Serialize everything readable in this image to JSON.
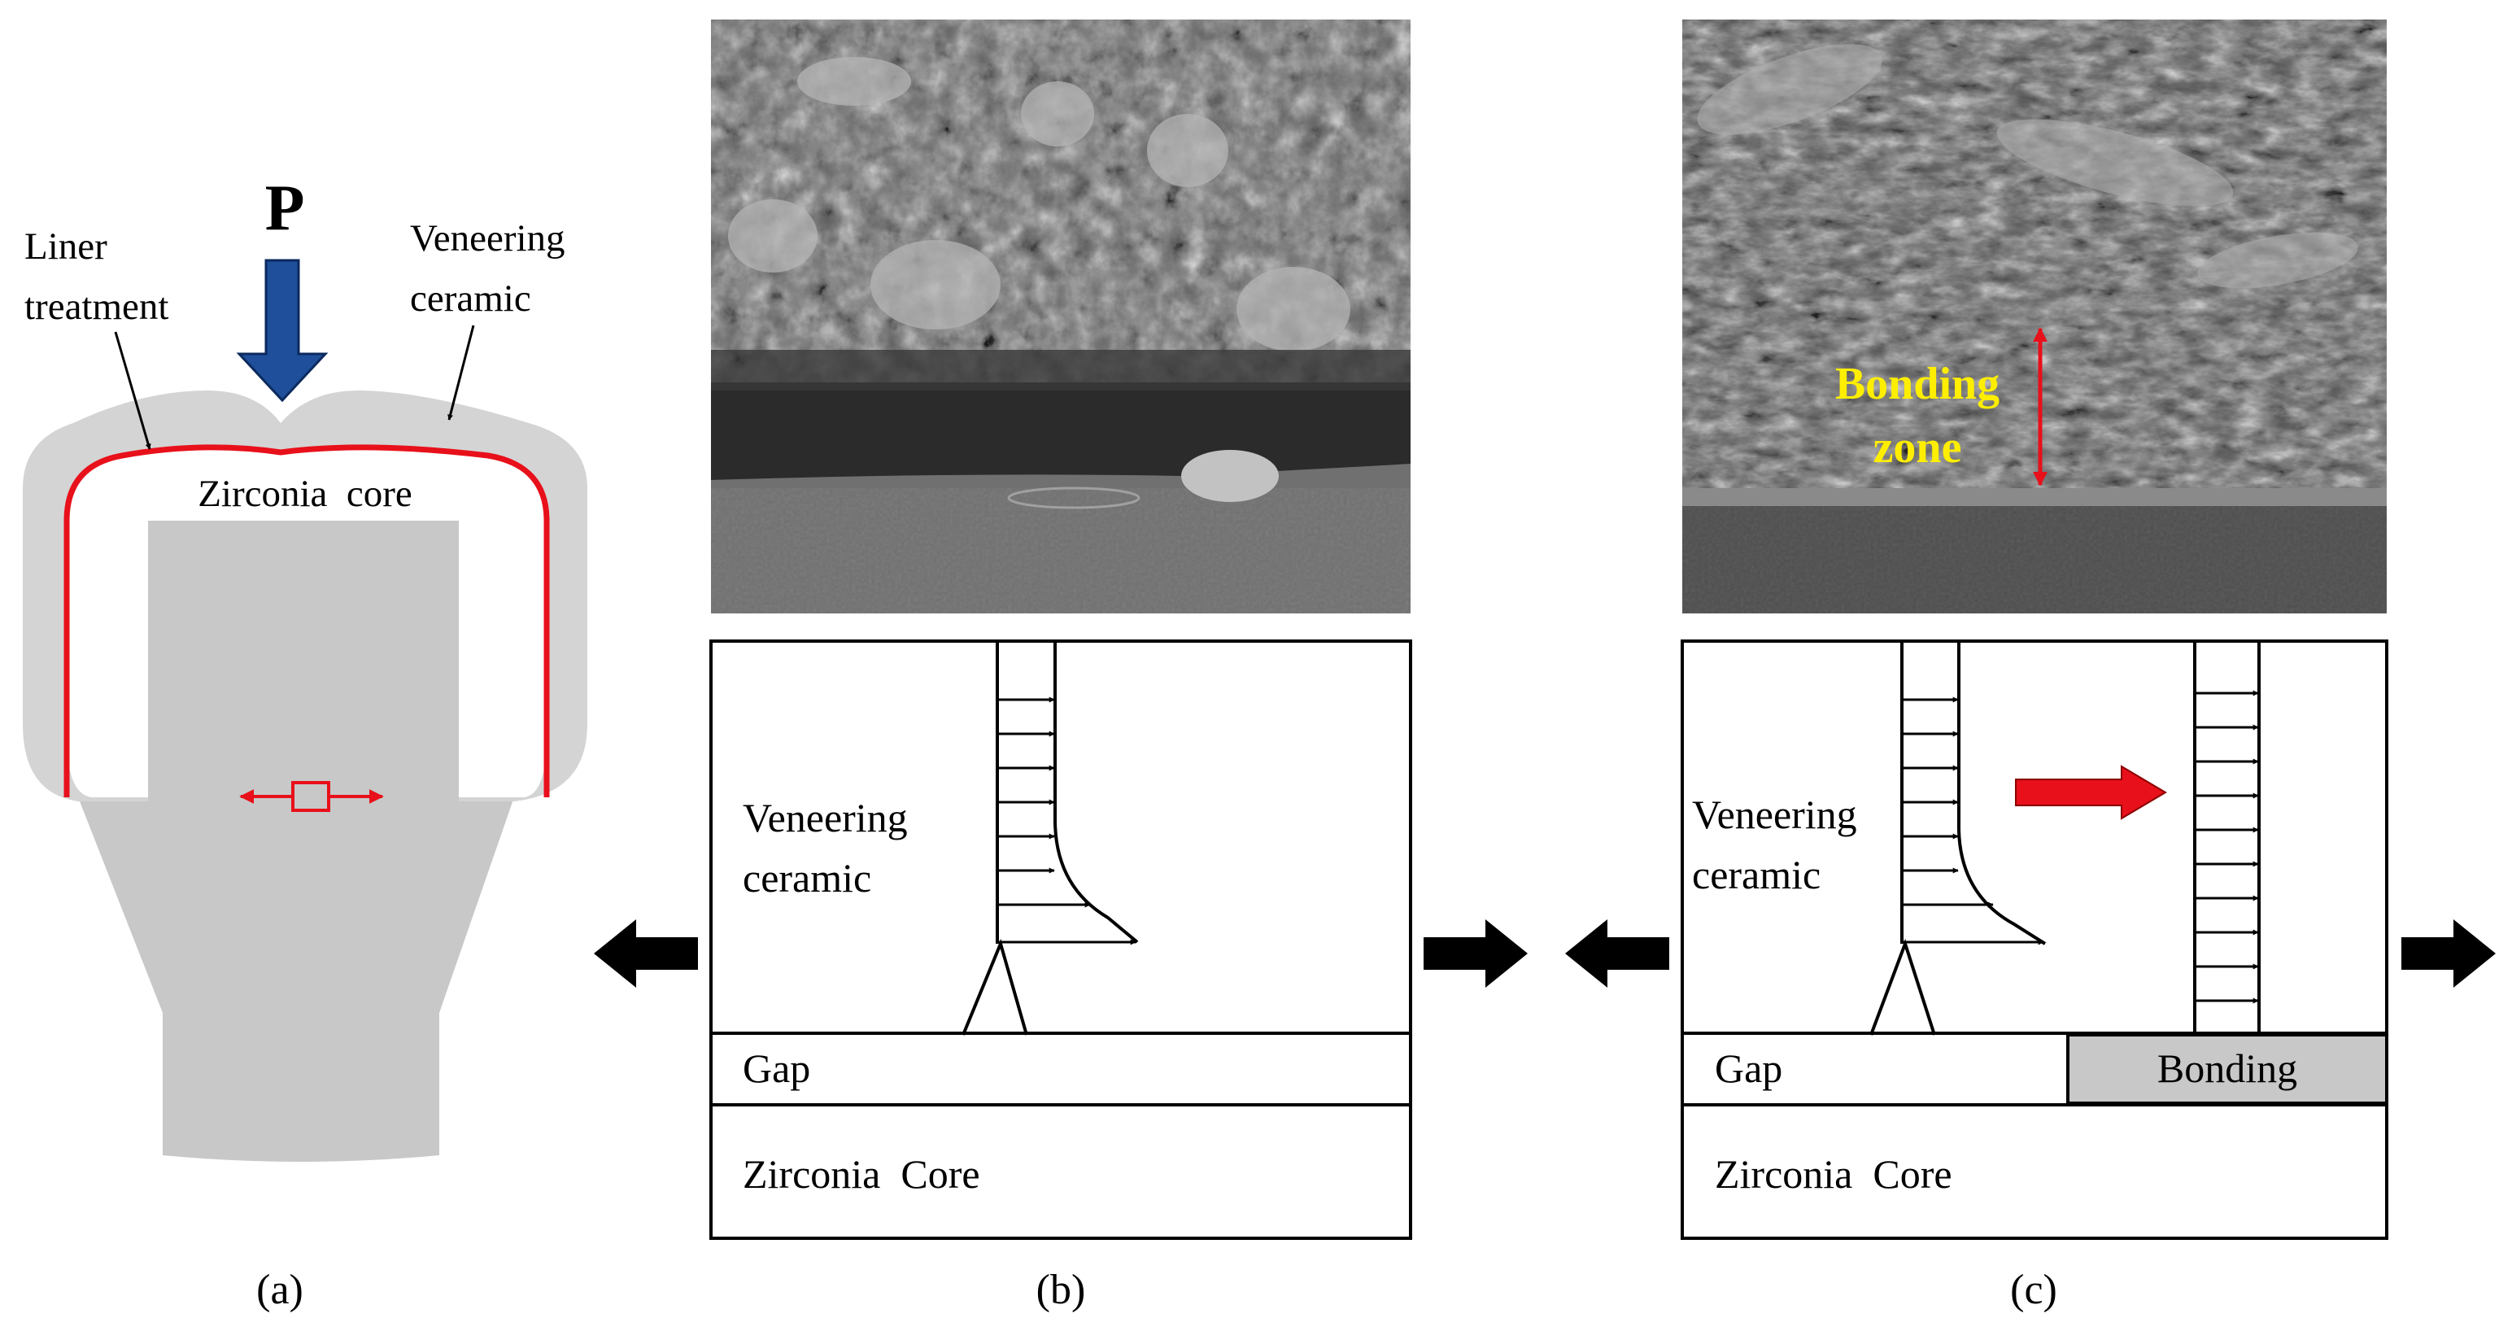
{
  "colors": {
    "crown_gray": "#d4d4d4",
    "core_gray": "#c8c8c8",
    "liner_red": "#e8101a",
    "load_arrow_blue": "#1f4f9a",
    "bonding_fill": "#c8c8c8",
    "bonding_zone_text": "#ffee00",
    "arrow_black": "#000000"
  },
  "panel_a": {
    "load_label": "P",
    "liner_label_line1": "Liner",
    "liner_label_line2": "treatment",
    "veneer_label_line1": "Veneering",
    "veneer_label_line2": "ceramic",
    "core_label": "Zirconia  core",
    "caption": "(a)"
  },
  "panel_b": {
    "sem_image": "sem-micrograph-interface-gap",
    "veneer_label_line1": "Veneering",
    "veneer_label_line2": "ceramic",
    "gap_label": "Gap",
    "core_label": "Zirconia  Core",
    "caption": "(b)"
  },
  "panel_c": {
    "sem_image": "sem-micrograph-bonding-zone",
    "bonding_zone_line1": "Bonding",
    "bonding_zone_line2": "zone",
    "veneer_label_line1": "Veneering",
    "veneer_label_line2": "ceramic",
    "gap_label": "Gap",
    "bonding_label": "Bonding",
    "core_label": "Zirconia  Core",
    "caption": "(c)"
  }
}
